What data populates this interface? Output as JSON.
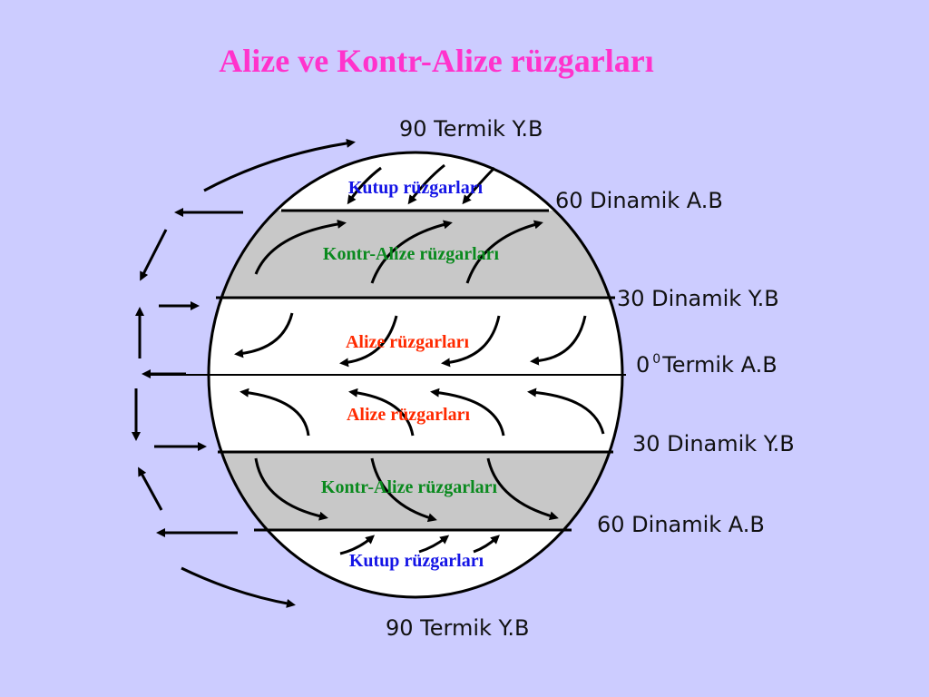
{
  "title": "Alize ve Kontr-Alize rüzgarları",
  "lat_labels": {
    "north_pole": "90 Termik Y.B",
    "north_60": "60 Dinamik A.B",
    "north_30": "30 Dinamik Y.B",
    "equator_deg": "0",
    "equator_sup": "0",
    "equator_rest": "Termik A.B",
    "south_30": "30 Dinamik Y.B",
    "south_60": "60 Dinamik A.B",
    "south_pole": "90 Termik Y.B"
  },
  "zone_labels": {
    "north_polar": "Kutup rüzgarları",
    "north_counter": "Kontr-Alize rüzgarları",
    "north_trade": "Alize rüzgarları",
    "south_trade": "Alize rüzgarları",
    "south_counter": "Kontr-Alize rüzgarları",
    "south_polar": "Kutup rüzgarları"
  },
  "colors": {
    "background": "#ccccff",
    "title": "#ff33cc",
    "polar_label": "#1414e6",
    "counter_label": "#0a8a1e",
    "trade_label": "#ff2a00",
    "grey_band": "#c8c8c8",
    "white_band": "#ffffff"
  }
}
